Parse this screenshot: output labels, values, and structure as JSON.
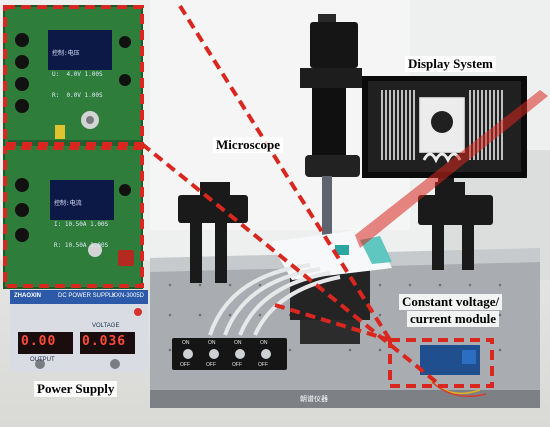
{
  "labels": {
    "display_system": "Display System",
    "microscope": "Microscope",
    "constant_module_line1": "Constant voltage/",
    "constant_module_line2": "current module",
    "power_supply": "Power Supply"
  },
  "psu": {
    "readout_left": "0.00",
    "readout_right": "0.036",
    "panel_text": "DC POWER SUPPLY",
    "model": "KXN-3005D",
    "brand": "ZHAOXIN",
    "voltage_label": "VOLTAGE",
    "output_label": "OUTPUT"
  },
  "oled_top": [
    "控制:电压",
    "U:  4.0V 1.00S",
    "R:  0.0V 1.00S"
  ],
  "oled_bottom": [
    "控制:电流",
    "I: 10.50A 1.00S",
    "R: 10.50A 1.00S"
  ],
  "switch_box": {
    "on_labels": [
      "ON",
      "ON",
      "ON",
      "ON"
    ],
    "off_labels": [
      "OFF",
      "OFF",
      "OFF",
      "OFF"
    ]
  },
  "table_plate_text": "朝谱仪器",
  "colors": {
    "annotation_red": "#d9271f",
    "pcb_green": "#2f7d3a",
    "psu_readout": "#ff4b3a"
  }
}
